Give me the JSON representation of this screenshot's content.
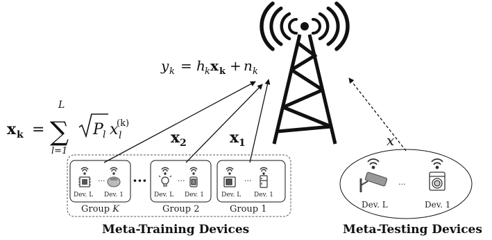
{
  "equation_received": {
    "lhs": "y",
    "lhs_sub": "k",
    "eq": "=",
    "h": "h",
    "h_sub": "k",
    "x": "x",
    "x_sub": "k",
    "plus": "+",
    "n": "n",
    "n_sub": "k"
  },
  "equation_xk": {
    "x": "x",
    "x_sub": "k",
    "eq": "=",
    "sum_upper": "L",
    "sum_lower": "l=1",
    "p": "P",
    "p_sub": "l",
    "xx": "x",
    "xx_sub": "l",
    "xx_sup": "(k)"
  },
  "signal_labels": {
    "x2": "x",
    "x2_sub": "2",
    "x1": "x",
    "x1_sub": "1",
    "x_test": "x"
  },
  "groups": [
    {
      "label_prefix": "Group ",
      "label_var": "K",
      "dev_left": "Dev. L",
      "dev_right": "Dev. 1",
      "dots": "···"
    },
    {
      "label": "Group 2",
      "dev_left": "Dev. L",
      "dev_right": "Dev. 1",
      "dots": "···"
    },
    {
      "label": "Group 1",
      "dev_left": "Dev. L",
      "dev_right": "Dev. 1",
      "dots": "···"
    }
  ],
  "between_groups_dots": "···",
  "meta_training_title": "Meta-Training Devices",
  "meta_testing": {
    "title": "Meta-Testing Devices",
    "dev_left": "Dev. L",
    "dev_right": "Dev. 1",
    "dots": "···"
  }
}
